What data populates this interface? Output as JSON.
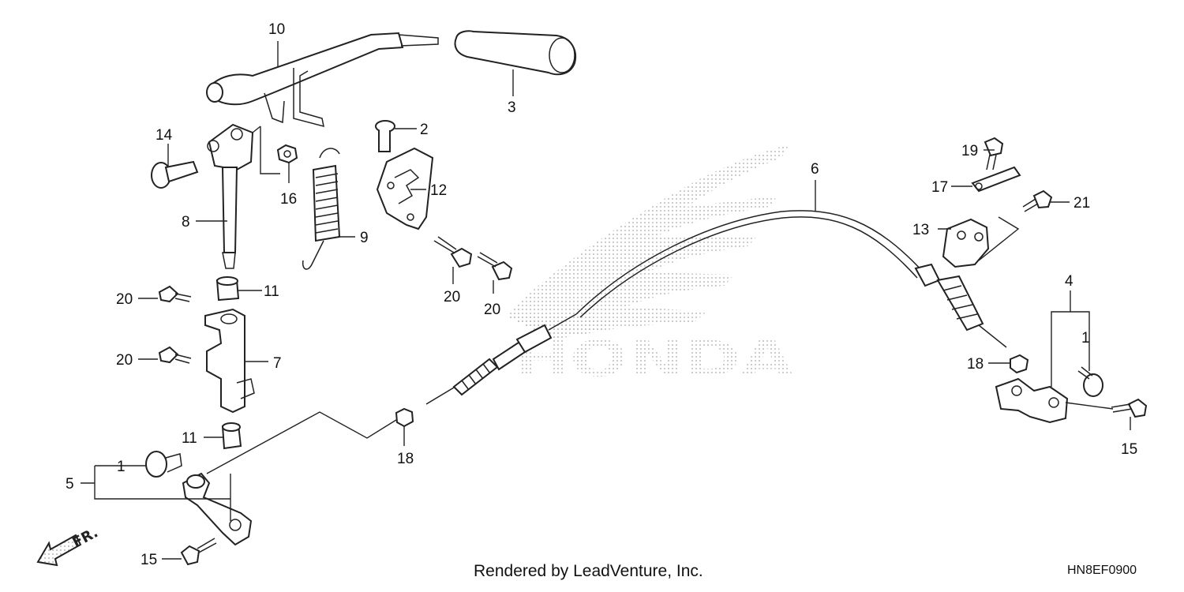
{
  "watermark": {
    "brand": "HONDA"
  },
  "direction_marker": "FR.",
  "callouts": {
    "c1a": "1",
    "c1b": "1",
    "c2": "2",
    "c3": "3",
    "c4": "4",
    "c5": "5",
    "c6": "6",
    "c7": "7",
    "c8": "8",
    "c9": "9",
    "c10": "10",
    "c11a": "11",
    "c11b": "11",
    "c12": "12",
    "c13": "13",
    "c14": "14",
    "c15a": "15",
    "c15b": "15",
    "c16": "16",
    "c17": "17",
    "c18a": "18",
    "c18b": "18",
    "c19": "19",
    "c20a": "20",
    "c20b": "20",
    "c20c": "20",
    "c20d": "20",
    "c21": "21"
  },
  "footer": {
    "credit": "Rendered by LeadVenture, Inc.",
    "diagram_code": "HN8EF0900"
  },
  "colors": {
    "line": "#222222",
    "watermark": "#c8c8c8",
    "background": "#ffffff"
  }
}
